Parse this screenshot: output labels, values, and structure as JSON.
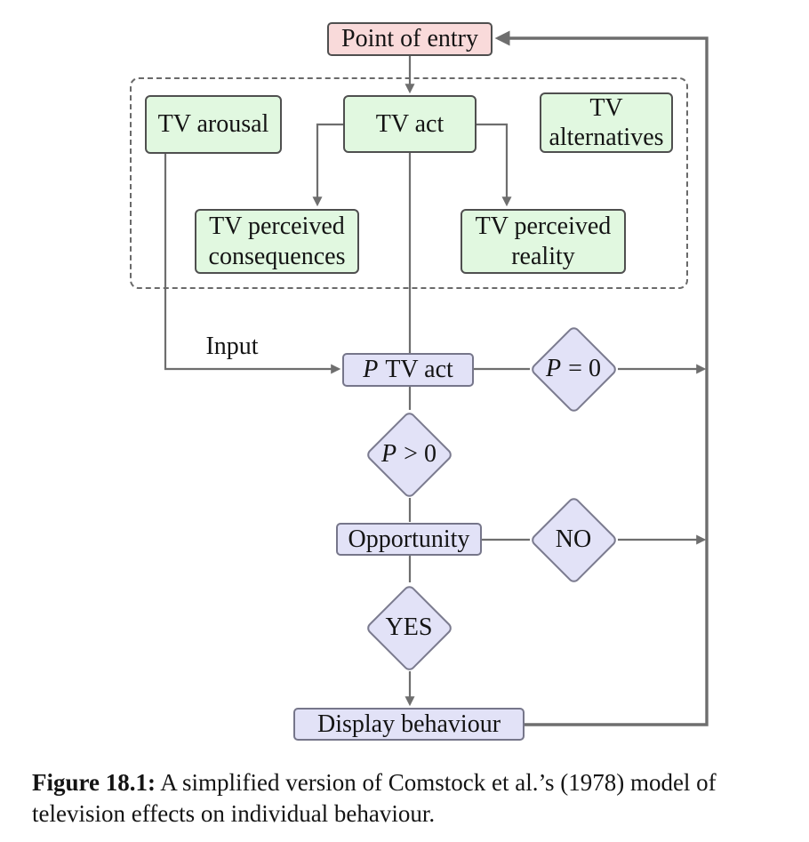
{
  "figure": {
    "caption_tag": "Figure 18.1:",
    "caption_text": "A simplified version of Comstock et al.’s (1978) model of television effects on individual behaviour."
  },
  "nodes": {
    "point_of_entry": {
      "label": "Point of entry"
    },
    "tv_arousal": {
      "label": "TV arousal"
    },
    "tv_act": {
      "label": "TV act"
    },
    "tv_alternatives": {
      "label": "TV alternatives"
    },
    "tv_perceived_consequences": {
      "label": "TV perceived consequences"
    },
    "tv_perceived_reality": {
      "label": "TV perceived reality"
    },
    "p_tv_act": {
      "var": "P",
      "rest": "TV act"
    },
    "p_eq_0": {
      "var": "P",
      "rest": "= 0"
    },
    "p_gt_0": {
      "var": "P",
      "rest": "> 0"
    },
    "opportunity": {
      "label": "Opportunity"
    },
    "no_decision": {
      "label": "NO"
    },
    "yes_decision": {
      "label": "YES"
    },
    "display_behaviour": {
      "label": "Display behaviour"
    }
  },
  "edge_labels": {
    "input": "Input"
  },
  "colors": {
    "entry_fill": "#f9dada",
    "concept_fill": "#e1f8e0",
    "process_fill": "#e2e2f7",
    "line": "#6e6e6e",
    "text": "#141414"
  }
}
